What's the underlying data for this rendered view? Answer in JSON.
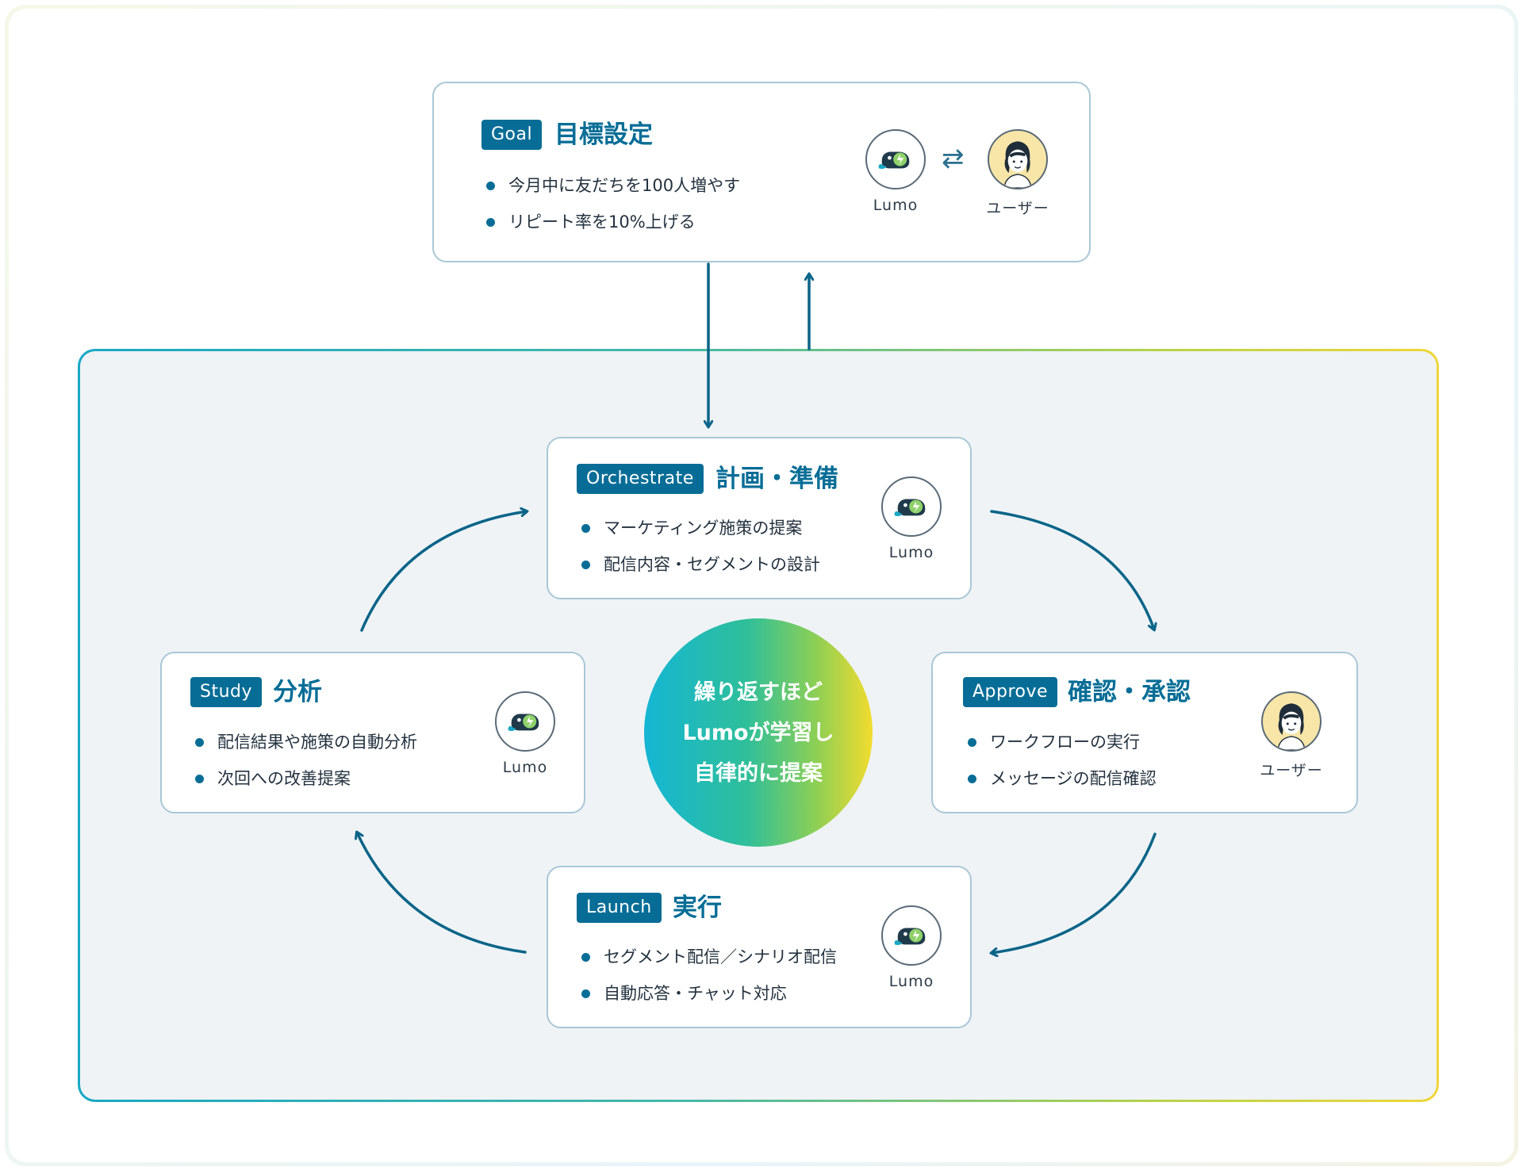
{
  "goal": {
    "tag": "Goal",
    "title": "目標設定",
    "bullets": [
      "今月中に友だちを100人増やす",
      "リピート率を10%上げる"
    ],
    "lumo_label": "Lumo",
    "user_label": "ユーザー",
    "swap_symbol": "⇄"
  },
  "orchestrate": {
    "tag": "Orchestrate",
    "title": "計画・準備",
    "bullets": [
      "マーケティング施策の提案",
      "配信内容・セグメントの設計"
    ],
    "agent_label": "Lumo"
  },
  "study": {
    "tag": "Study",
    "title": "分析",
    "bullets": [
      "配信結果や施策の自動分析",
      "次回への改善提案"
    ],
    "agent_label": "Lumo"
  },
  "approve": {
    "tag": "Approve",
    "title": "確認・承認",
    "bullets": [
      "ワークフローの実行",
      "メッセージの配信確認"
    ],
    "agent_label": "ユーザー"
  },
  "launch": {
    "tag": "Launch",
    "title": "実行",
    "bullets": [
      "セグメント配信／シナリオ配信",
      "自動応答・チャット対応"
    ],
    "agent_label": "Lumo"
  },
  "center": {
    "lines": [
      "繰り返すほど",
      "Lumoが学習し",
      "自律的に提案"
    ]
  },
  "colors": {
    "accent": "#076d96",
    "card_border": "#a9c7d6",
    "loop_background": "#eff3f6",
    "gradient_start": "#14b6d4",
    "gradient_end": "#f2dc2e"
  },
  "icons": {
    "lumo": "lumo-logo-icon",
    "user": "user-avatar-icon",
    "swap": "swap-arrows-icon"
  }
}
